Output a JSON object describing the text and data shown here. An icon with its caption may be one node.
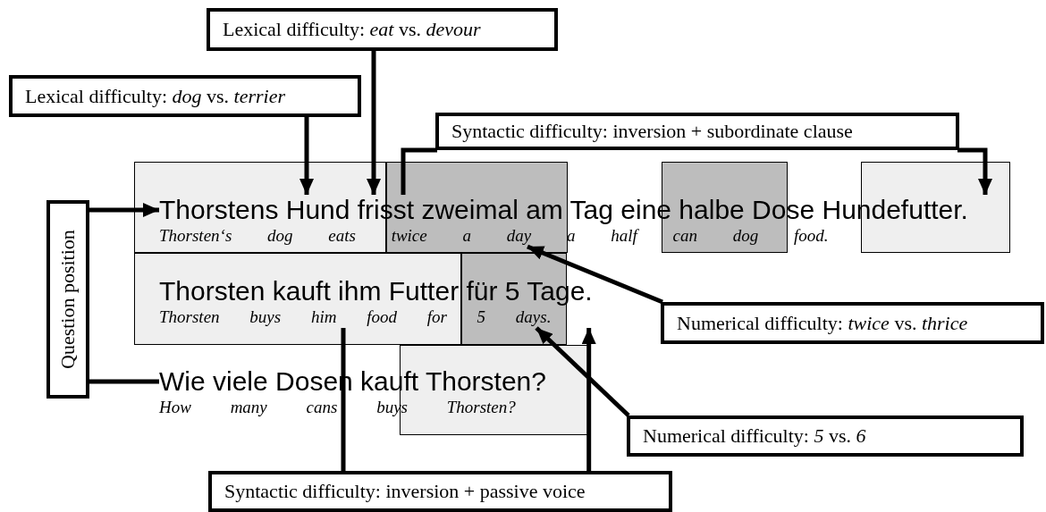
{
  "diagram": {
    "nodes": [
      {
        "text": [
          "Lexical difficulty: *eat* vs. *devour*"
        ]
      },
      {
        "text": [
          "Lexical difficulty: *dog* vs. *terrier*"
        ]
      },
      {
        "text": [
          "Syntactic difficulty: inversion + subordinate clause"
        ]
      },
      {
        "text": [
          "Question position"
        ]
      },
      {
        "text": [
          "Thorstens Hund frisst zweimal am Tag eine halbe Dose Hundefutter.",
          "Thorsten‘s dog eats twice a day a half can dog food."
        ]
      },
      {
        "text": [
          "Thorsten kauft ihm Futter für 5 Tage.",
          "Thorsten buys him food for 5 days."
        ]
      },
      {
        "text": [
          "Wie viele Dosen kauft Thorsten?",
          "How many cans buys Thorsten?"
        ]
      },
      {
        "text": [
          "Numerical difficulty: *twice* vs. *thrice*"
        ]
      },
      {
        "text": [
          "Numerical difficulty: *5* vs. *6*"
        ]
      },
      {
        "text": [
          "Syntactic difficulty: inversion + passive voice"
        ]
      }
    ],
    "edges": [
      {
        "from": 0,
        "to": 4,
        "arrow": "to"
      },
      {
        "from": 1,
        "to": 4,
        "arrow": "to"
      },
      {
        "from": 2,
        "to": 4,
        "arrow": "none"
      },
      {
        "from": 2,
        "to": 4,
        "arrow": "to"
      },
      {
        "from": 3,
        "to": 4,
        "arrow": "to"
      },
      {
        "from": 3,
        "to": 6,
        "arrow": "none"
      },
      {
        "from": 7,
        "to": 4,
        "arrow": "to"
      },
      {
        "from": 8,
        "to": 5,
        "arrow": "to"
      },
      {
        "from": 9,
        "to": 5,
        "arrow": "none"
      },
      {
        "from": 9,
        "to": 5,
        "arrow": "to"
      }
    ]
  }
}
